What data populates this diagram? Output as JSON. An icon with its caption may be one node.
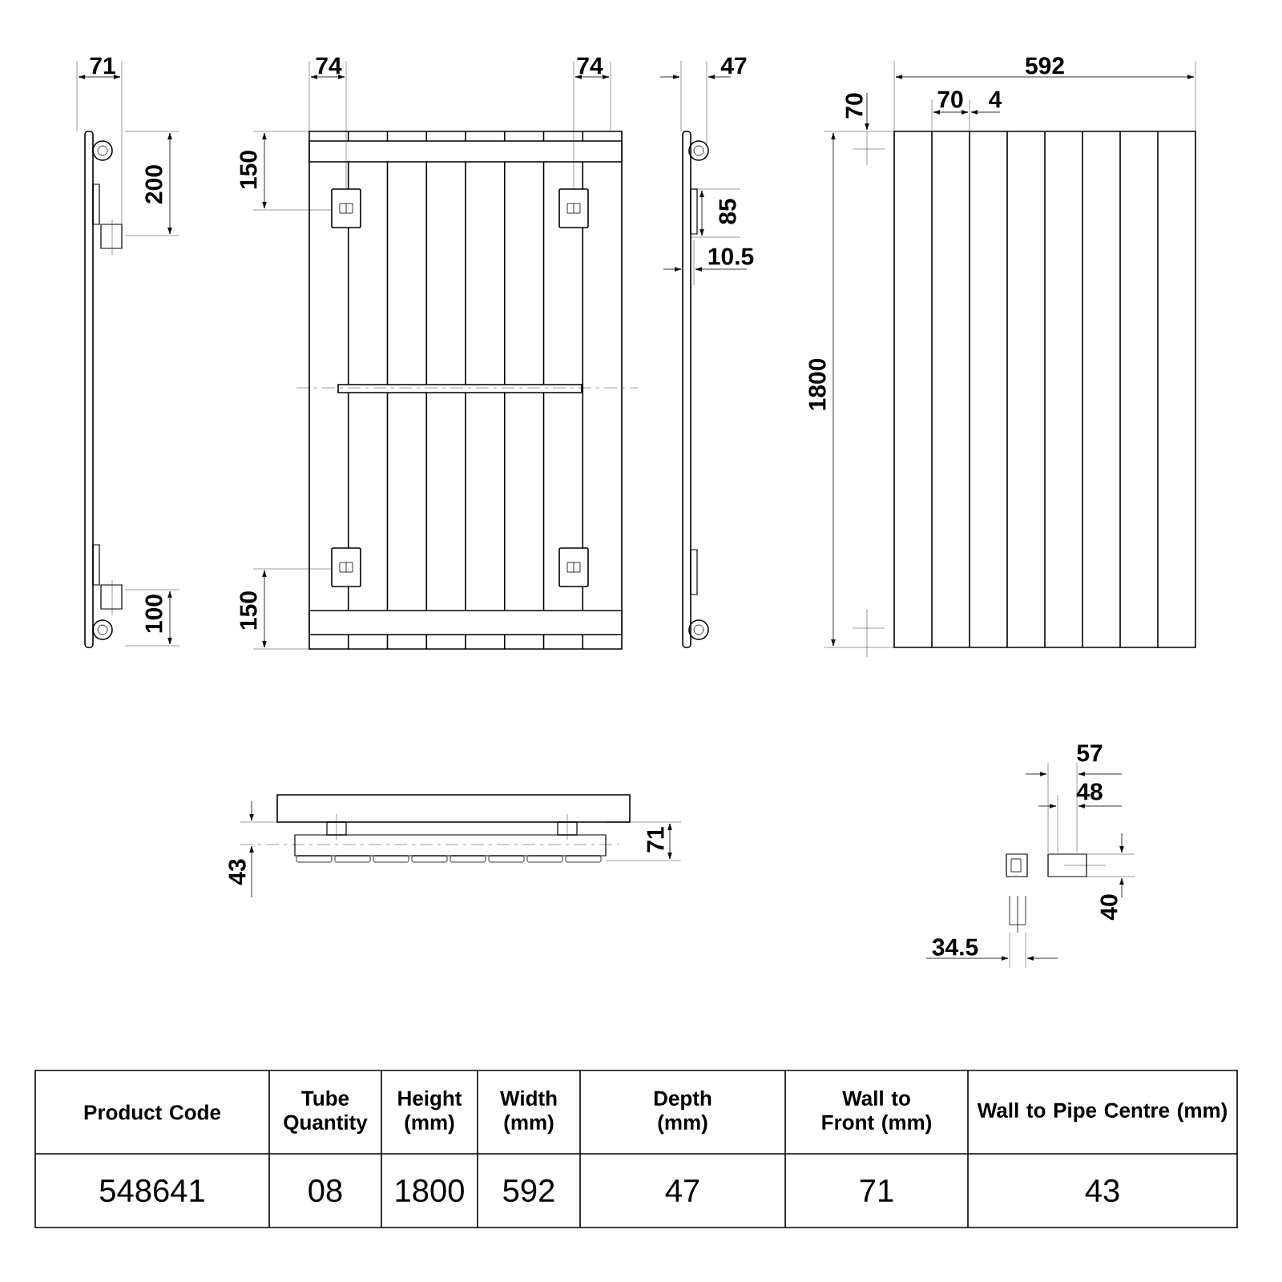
{
  "diagram": {
    "labels": [
      "71",
      "74",
      "74",
      "47",
      "592",
      "70",
      "70",
      "4",
      "200",
      "150",
      "85",
      "10.5",
      "1800",
      "100",
      "150",
      "57",
      "48",
      "43",
      "71",
      "40",
      "34.5",
      "Product Code",
      "Tube Quantity",
      "Height (mm)",
      "Width (mm)",
      "Depth (mm)",
      "Wall to Front (mm)",
      "Wall to Pipe Centre (mm)",
      "548641",
      "08",
      "1800",
      "592",
      "47",
      "71",
      "43"
    ]
  }
}
